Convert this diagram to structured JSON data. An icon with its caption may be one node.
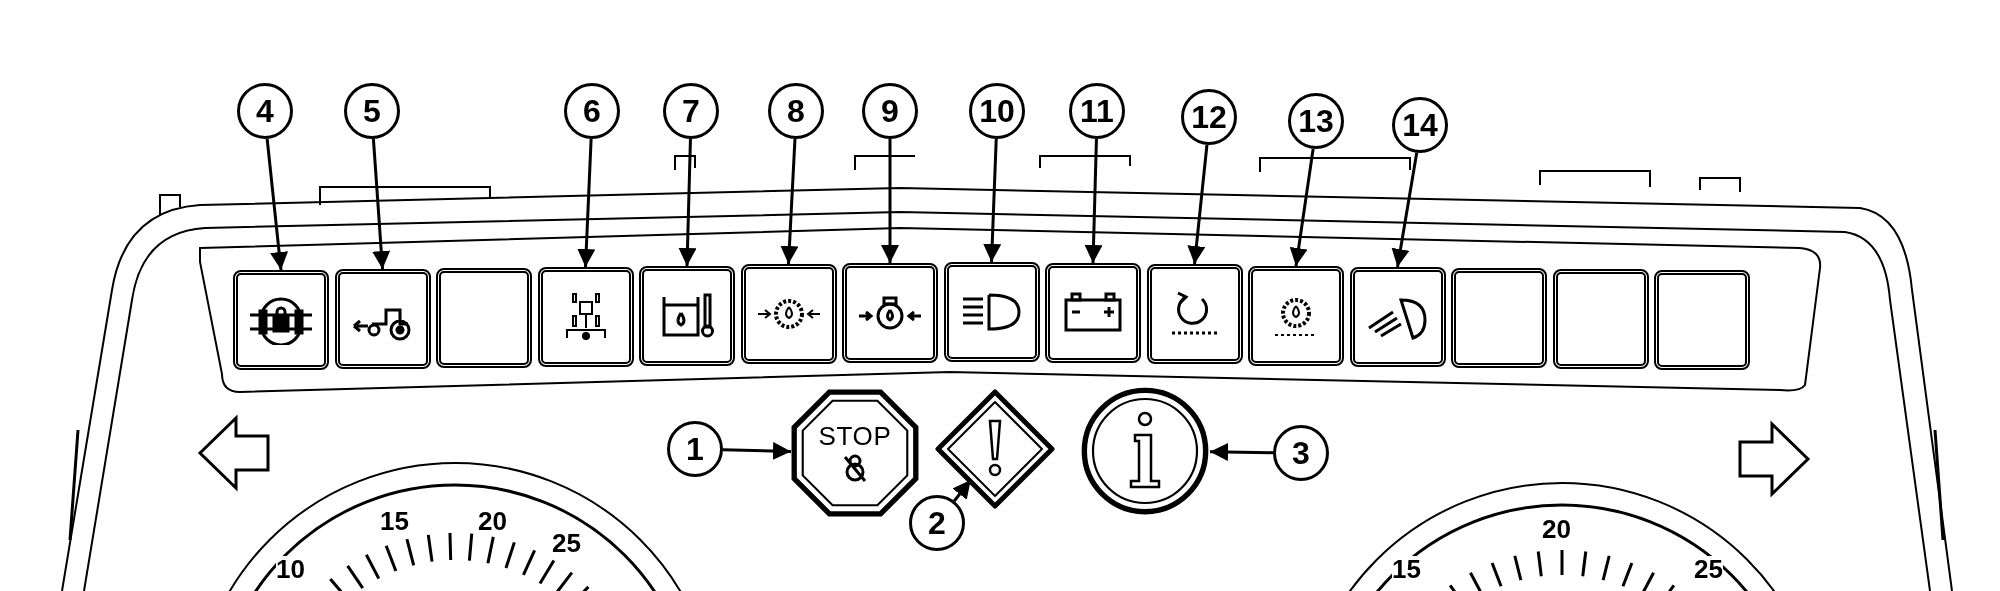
{
  "diagram": {
    "nodes": [
      {
        "text": [
          "4"
        ]
      },
      {
        "text": [
          "5"
        ]
      },
      {
        "text": [
          "6"
        ]
      },
      {
        "text": [
          "7"
        ]
      },
      {
        "text": [
          "8"
        ]
      },
      {
        "text": [
          "9"
        ]
      },
      {
        "text": [
          "10"
        ]
      },
      {
        "text": [
          "11"
        ]
      },
      {
        "text": [
          "12"
        ]
      },
      {
        "text": [
          "13"
        ]
      },
      {
        "text": [
          "14"
        ]
      },
      {
        "text": [],
        "shape": "box"
      },
      {
        "text": [],
        "shape": "box"
      },
      {
        "text": [],
        "shape": "box"
      },
      {
        "text": [],
        "shape": "box"
      },
      {
        "text": [],
        "shape": "box"
      },
      {
        "text": [],
        "shape": "box"
      },
      {
        "text": [],
        "shape": "box"
      },
      {
        "text": [],
        "shape": "box"
      },
      {
        "text": [],
        "shape": "box"
      },
      {
        "text": [],
        "shape": "box"
      },
      {
        "text": [],
        "shape": "box"
      },
      {
        "text": [],
        "shape": "box"
      },
      {
        "text": [],
        "shape": "box"
      },
      {
        "text": [],
        "shape": "box"
      },
      {
        "text": [],
        "shape": "box"
      },
      {
        "text": [
          "1"
        ]
      },
      {
        "text": [
          "STOP"
        ]
      },
      {
        "text": [],
        "shape": "diamond"
      },
      {
        "text": [],
        "shape": "circle"
      },
      {
        "text": [
          "3"
        ]
      },
      {
        "text": [
          "2"
        ]
      }
    ],
    "edges": [
      {
        "from": 0,
        "to": 11,
        "arrow": "to"
      },
      {
        "from": 1,
        "to": 12,
        "arrow": "to"
      },
      {
        "from": 2,
        "to": 14,
        "arrow": "to"
      },
      {
        "from": 3,
        "to": 15,
        "arrow": "to"
      },
      {
        "from": 4,
        "to": 16,
        "arrow": "to"
      },
      {
        "from": 5,
        "to": 17,
        "arrow": "to"
      },
      {
        "from": 6,
        "to": 18,
        "arrow": "to"
      },
      {
        "from": 7,
        "to": 19,
        "arrow": "to"
      },
      {
        "from": 8,
        "to": 20,
        "arrow": "to"
      },
      {
        "from": 9,
        "to": 21,
        "arrow": "to"
      },
      {
        "from": 10,
        "to": 22,
        "arrow": "to"
      },
      {
        "from": 26,
        "to": 27,
        "arrow": "to"
      },
      {
        "from": 31,
        "to": 28,
        "arrow": "to"
      },
      {
        "from": 30,
        "to": 29,
        "arrow": "to"
      }
    ],
    "labels": [
      "15",
      "20",
      "25",
      "10",
      "20",
      "15",
      "25"
    ]
  }
}
